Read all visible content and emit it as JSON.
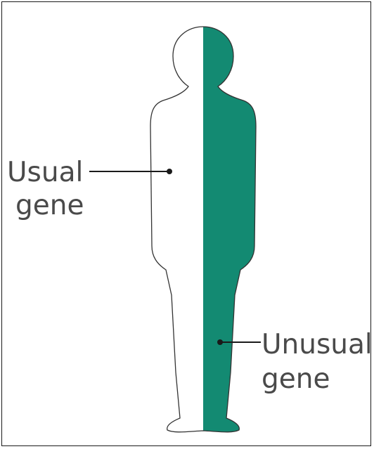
{
  "labels": {
    "usual": {
      "line1": "Usual",
      "line2": "gene"
    },
    "unusual": {
      "line1": "Unusual",
      "line2": "gene"
    }
  },
  "colors": {
    "unusual_fill": "#138a72",
    "outline": "#333333",
    "text": "#4a4a4a",
    "leader_line": "#1a1a1a"
  }
}
